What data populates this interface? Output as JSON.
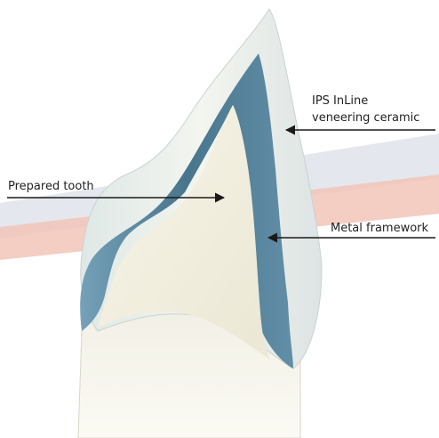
{
  "labels": {
    "veneering_ceramic": {
      "line1": "IPS InLine",
      "line2": "veneering ceramic"
    },
    "prepared_tooth": "Prepared tooth",
    "metal_framework": "Metal framework"
  },
  "colors": {
    "background": "#ffffff",
    "band_grey": "#e4e8ee",
    "band_salmon": "#f2c4b8",
    "metal_framework": "#4f7f99",
    "veneer_ceramic": "#eef2ec",
    "prepared_tooth": "#f3f1e2",
    "root": "#eeece0",
    "arrow": "#1a1a1a"
  }
}
